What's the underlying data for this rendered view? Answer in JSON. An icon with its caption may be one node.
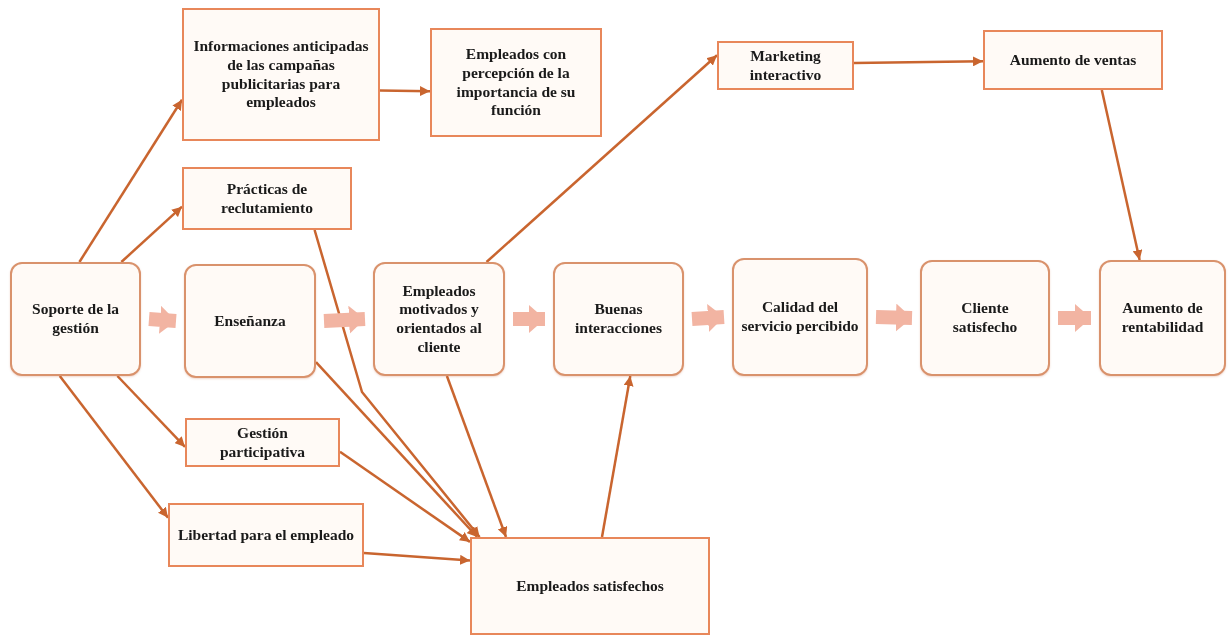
{
  "diagram": {
    "nodes": [
      {
        "text": [
          "Informaciones anticipadas de las campañas publicitarias para empleados"
        ]
      },
      {
        "text": [
          "Empleados con percepción de la importancia de su función"
        ]
      },
      {
        "text": [
          "Marketing interactivo"
        ]
      },
      {
        "text": [
          "Aumento de ventas"
        ]
      },
      {
        "text": [
          "Prácticas de reclutamiento"
        ]
      },
      {
        "text": [
          "Soporte de la gestión"
        ]
      },
      {
        "text": [
          "Enseñanza"
        ]
      },
      {
        "text": [
          "Empleados motivados y orientados al cliente"
        ]
      },
      {
        "text": [
          "Buenas interacciones"
        ]
      },
      {
        "text": [
          "Calidad del servicio percibido"
        ]
      },
      {
        "text": [
          "Cliente satisfecho"
        ]
      },
      {
        "text": [
          "Aumento de rentabilidad"
        ]
      },
      {
        "text": [
          "Gestión participativa"
        ]
      },
      {
        "text": [
          "Libertad para el empleado"
        ]
      },
      {
        "text": [
          "Empleados satisfechos"
        ]
      }
    ],
    "edges": [
      {
        "from": 5,
        "to": 0,
        "arrow": "to"
      },
      {
        "from": 5,
        "to": 4,
        "arrow": "to"
      },
      {
        "from": 0,
        "to": 1,
        "arrow": "to"
      },
      {
        "from": 7,
        "to": 2,
        "arrow": "to"
      },
      {
        "from": 2,
        "to": 3,
        "arrow": "to"
      },
      {
        "from": 3,
        "to": 11,
        "arrow": "to"
      },
      {
        "from": 4,
        "to": 14,
        "arrow": "to"
      },
      {
        "from": 6,
        "to": 14,
        "arrow": "to"
      },
      {
        "from": 12,
        "to": 14,
        "arrow": "to"
      },
      {
        "from": 13,
        "to": 14,
        "arrow": "to"
      },
      {
        "from": 7,
        "to": 14,
        "arrow": "to"
      },
      {
        "from": 14,
        "to": 8,
        "arrow": "to"
      },
      {
        "from": 5,
        "to": 12,
        "arrow": "to"
      },
      {
        "from": 5,
        "to": 13,
        "arrow": "to"
      },
      {
        "from": 5,
        "to": 6,
        "arrow": "to",
        "style": "thick",
        "color": "#f2b4a2"
      },
      {
        "from": 6,
        "to": 7,
        "arrow": "to",
        "style": "thick",
        "color": "#f2b4a2"
      },
      {
        "from": 7,
        "to": 8,
        "arrow": "to",
        "style": "thick",
        "color": "#f2b4a2"
      },
      {
        "from": 8,
        "to": 9,
        "arrow": "to",
        "style": "thick",
        "color": "#f2b4a2"
      },
      {
        "from": 9,
        "to": 10,
        "arrow": "to",
        "style": "thick",
        "color": "#f2b4a2"
      },
      {
        "from": 10,
        "to": 11,
        "arrow": "to",
        "style": "thick",
        "color": "#f2b4a2"
      }
    ]
  }
}
